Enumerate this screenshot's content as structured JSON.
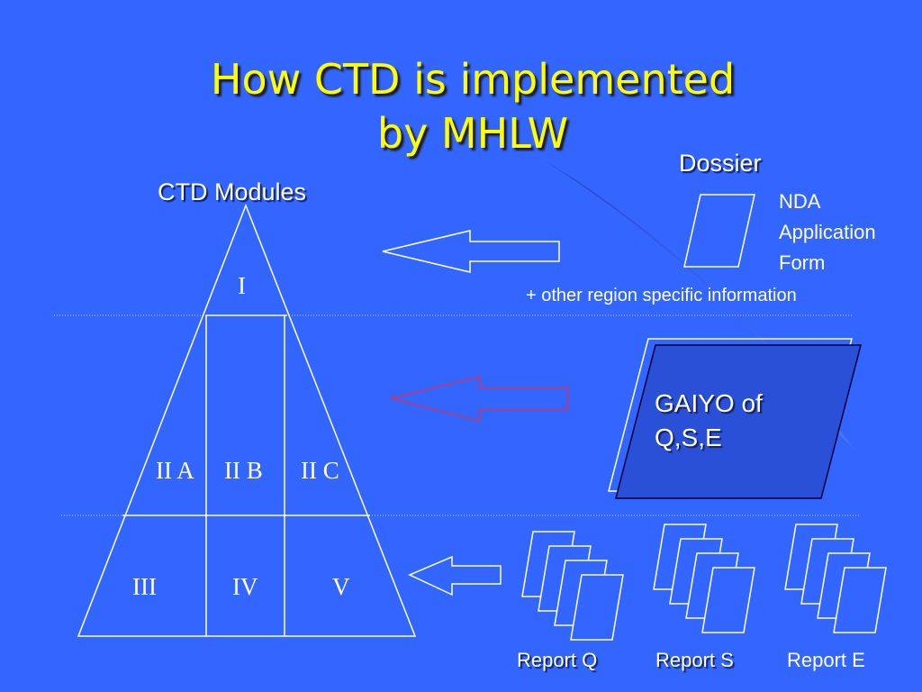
{
  "title": {
    "line1": "How CTD is implemented",
    "line2": "by MHLW"
  },
  "ctd": {
    "heading": "CTD Modules",
    "module_1": "I",
    "module_2a": "II A",
    "module_2b": "II B",
    "module_2c": "II C",
    "module_3": "III",
    "module_4": "IV",
    "module_5": "V"
  },
  "dossier": {
    "heading": "Dossier",
    "nda_line1": "NDA",
    "nda_line2": "Application",
    "nda_line3": "Form",
    "other_info": "+ other region specific information"
  },
  "gaiyo": {
    "line1": "GAIYO of",
    "line2": "Q,S,E"
  },
  "reports": {
    "q": "Report Q",
    "s": "Report S",
    "e": "Report E"
  },
  "colors": {
    "background": "#3366ff",
    "title": "#ffff00",
    "lines": "#ffffff",
    "gaiyo_arrow": "#cc3366",
    "gaiyo_fill": "#2a50d8"
  }
}
